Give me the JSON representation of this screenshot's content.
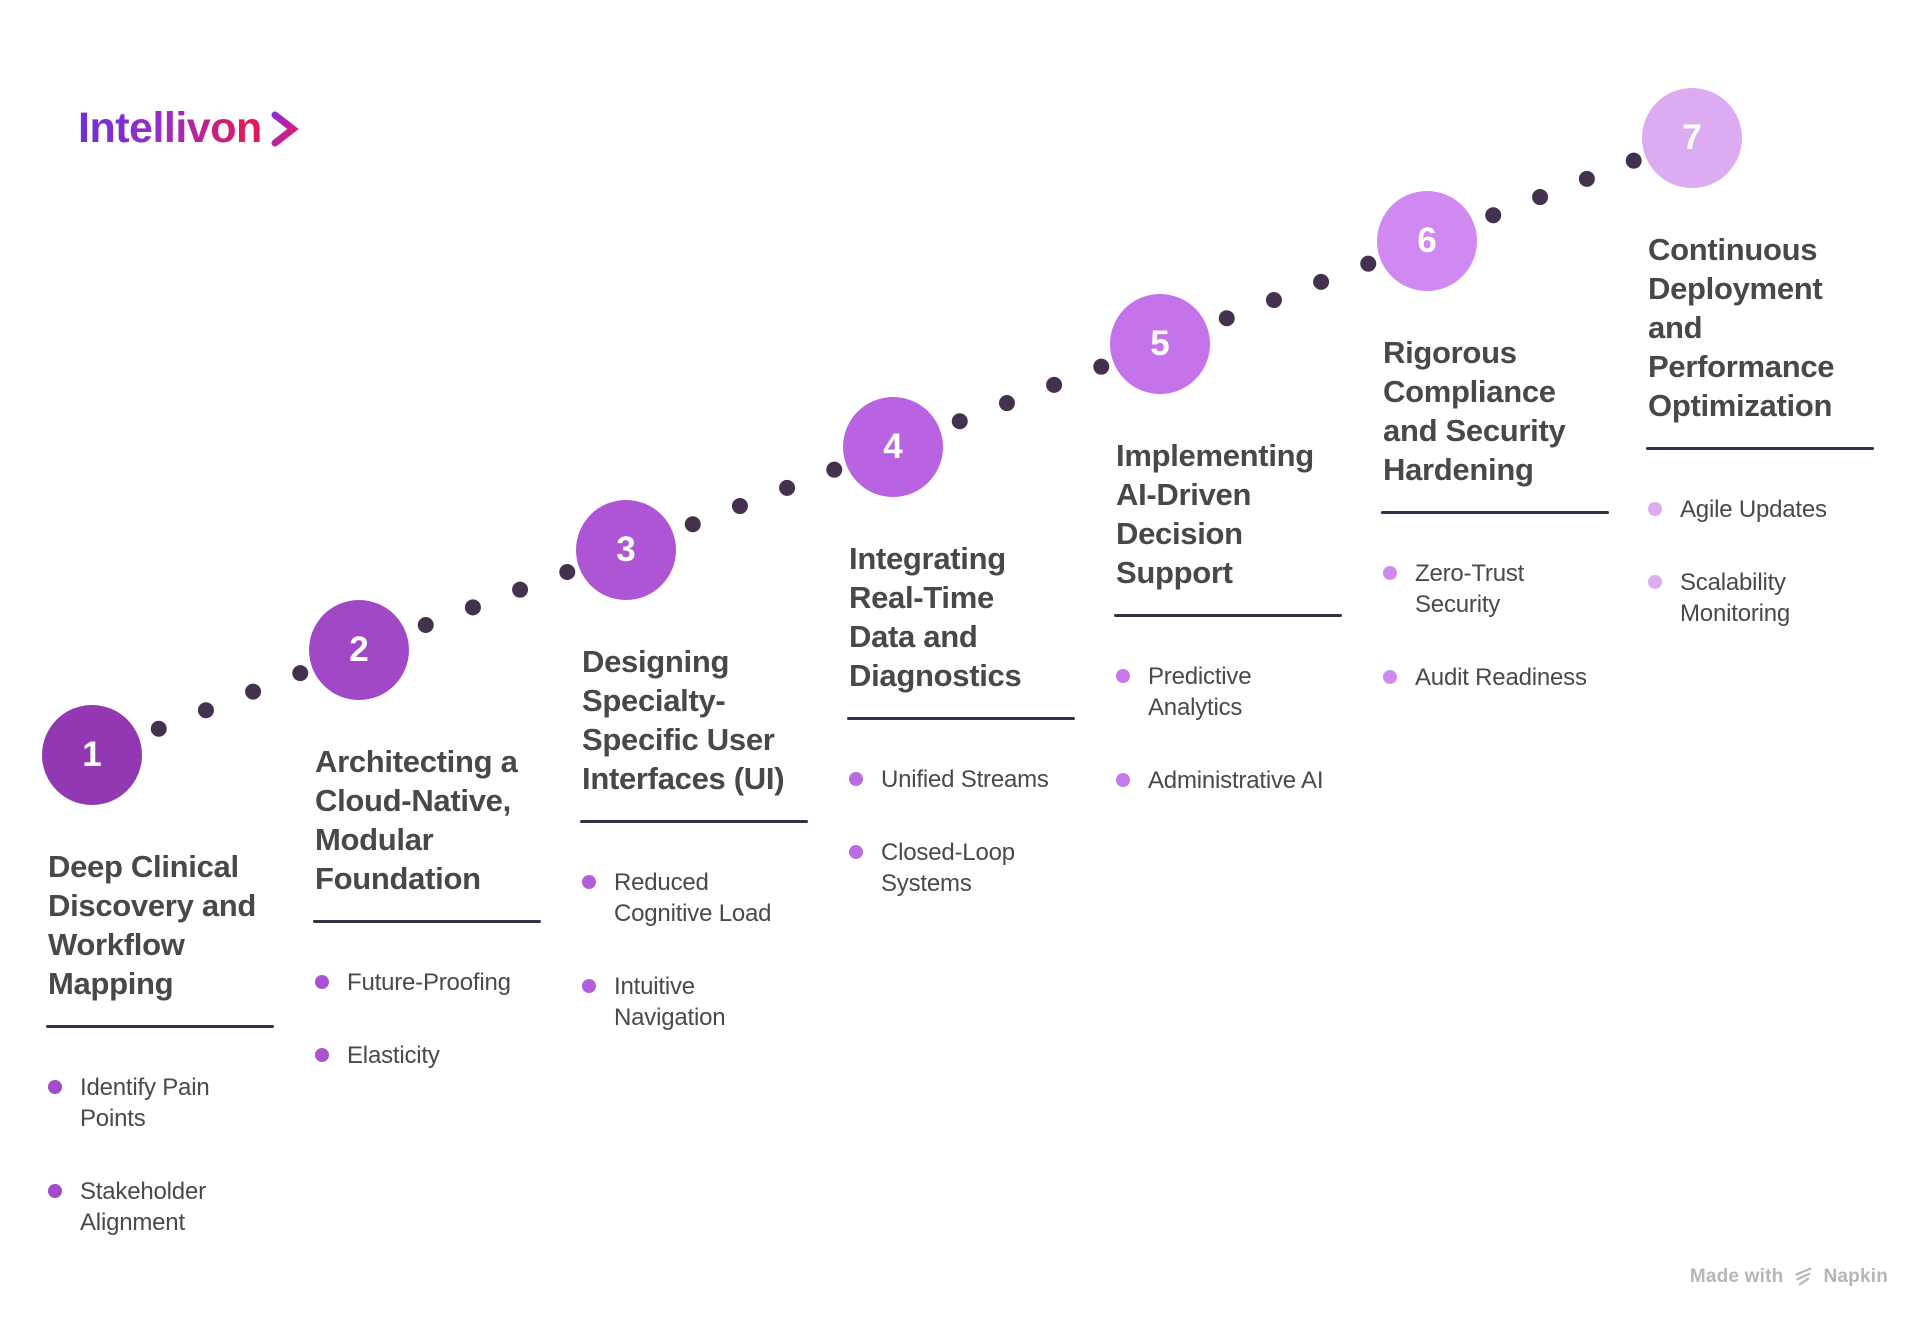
{
  "logo": {
    "name": "Intellivon"
  },
  "steps": [
    {
      "number": "1",
      "title": "Deep Clinical Discovery and Workflow Mapping",
      "bullets": [
        "Identify Pain Points",
        "Stakeholder Alignment"
      ],
      "circle_color": "#9138b2",
      "bullet_color": "#a24bc8"
    },
    {
      "number": "2",
      "title": "Architecting a Cloud-Native, Modular Foundation",
      "bullets": [
        "Future-Proofing",
        "Elasticity"
      ],
      "circle_color": "#a148c6",
      "bullet_color": "#aa53d2"
    },
    {
      "number": "3",
      "title": "Designing Specialty-Specific User Interfaces (UI)",
      "bullets": [
        "Reduced Cognitive Load",
        "Intuitive Navigation"
      ],
      "circle_color": "#ad55d4",
      "bullet_color": "#b35edc"
    },
    {
      "number": "4",
      "title": "Integrating Real-Time Data and Diagnostics",
      "bullets": [
        "Unified Streams",
        "Closed-Loop Systems"
      ],
      "circle_color": "#b962e2",
      "bullet_color": "#bc69e4"
    },
    {
      "number": "5",
      "title": "Implementing AI-Driven Decision Support",
      "bullets": [
        "Predictive Analytics",
        "Administrative AI"
      ],
      "circle_color": "#c573ea",
      "bullet_color": "#c678ec"
    },
    {
      "number": "6",
      "title": "Rigorous Compliance and Security Hardening",
      "bullets": [
        "Zero-Trust Security",
        "Audit Readiness"
      ],
      "circle_color": "#cf89f0",
      "bullet_color": "#cf8af0"
    },
    {
      "number": "7",
      "title": "Continuous Deployment and Performance Optimization",
      "bullets": [
        "Agile Updates",
        "Scalability Monitoring"
      ],
      "circle_color": "#dcabf2",
      "bullet_color": "#dcabf2"
    }
  ],
  "colors": {
    "path_dot": "#43314e",
    "divider": "#3a2d47",
    "title_text": "#47484a",
    "bullet_text": "#47494b",
    "watermark": "#b6b6ba"
  },
  "watermark": {
    "prefix": "Made with",
    "brand": "Napkin"
  }
}
